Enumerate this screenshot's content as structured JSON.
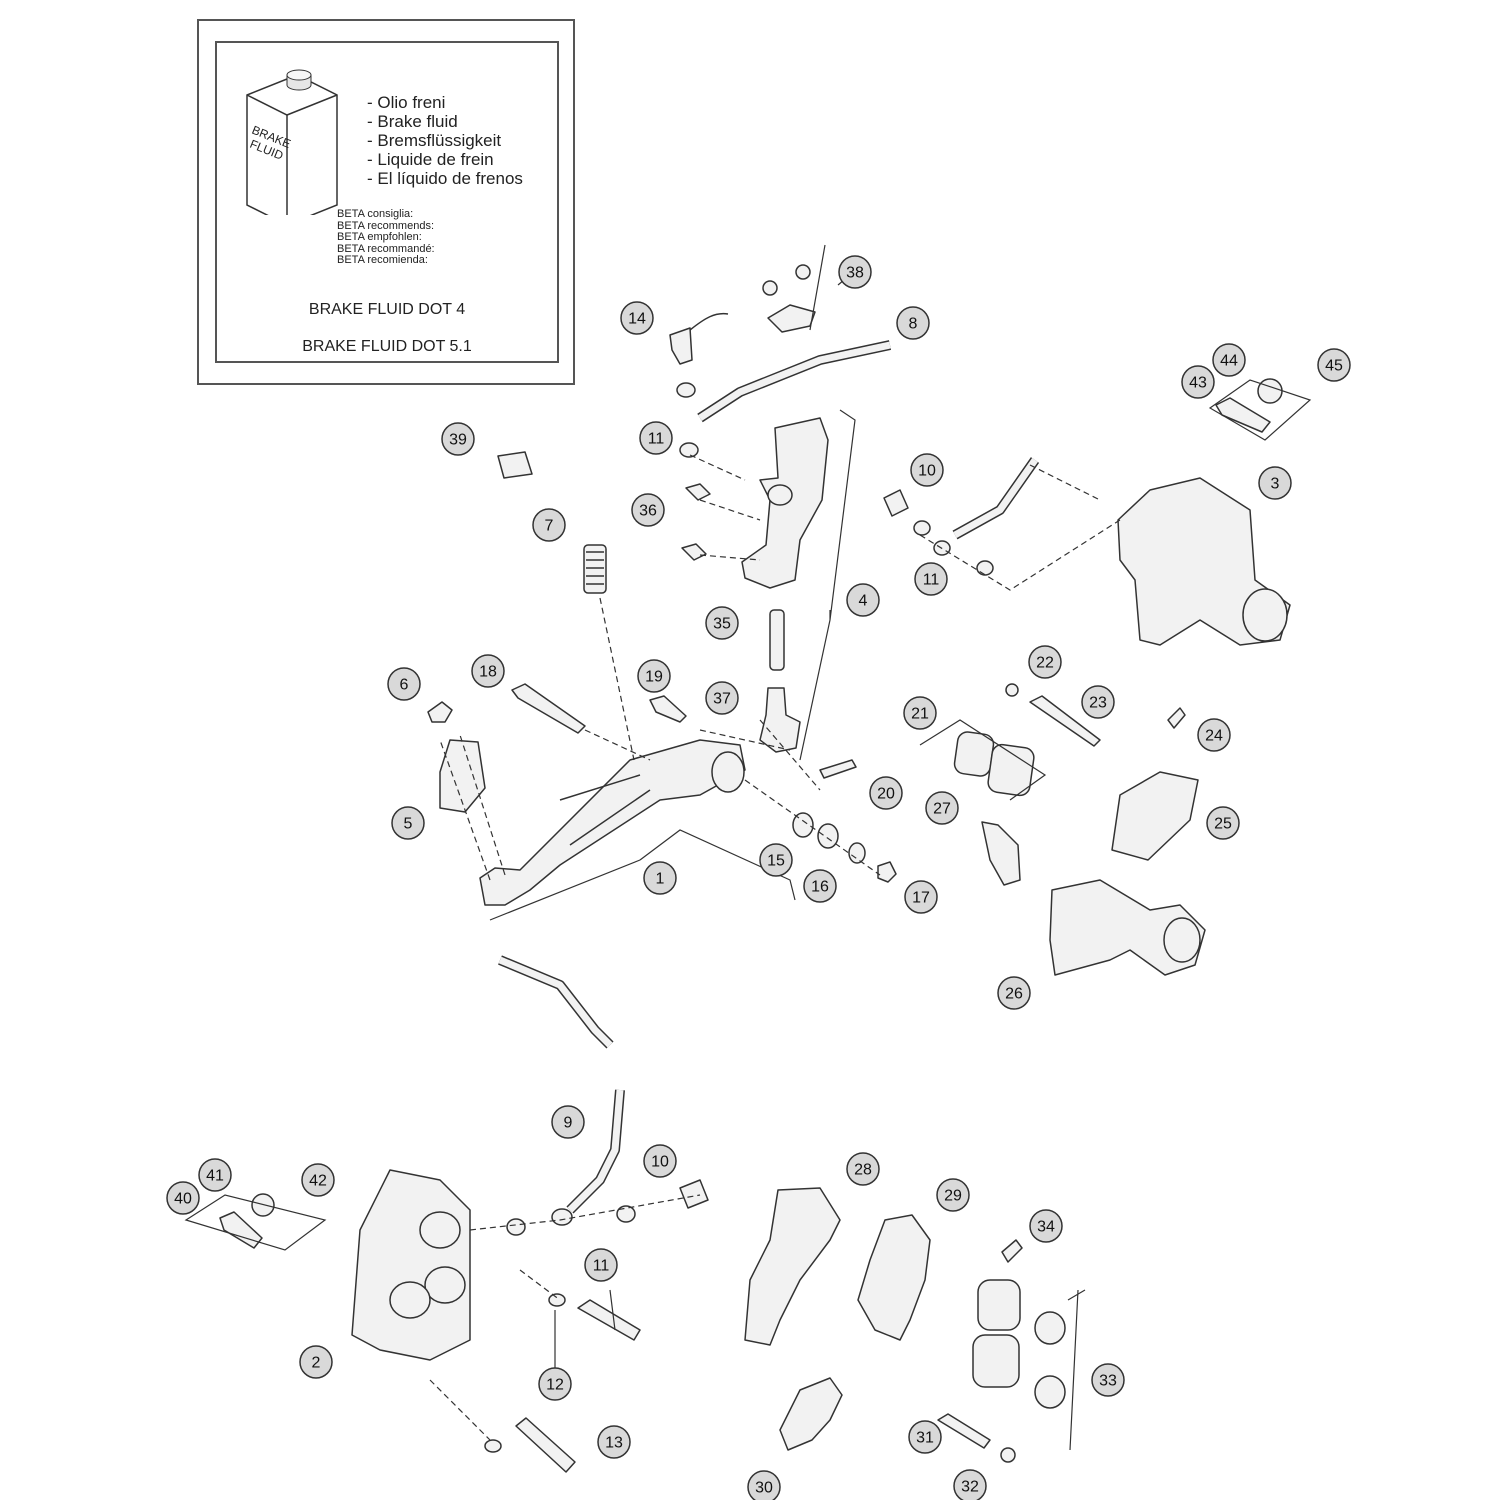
{
  "fluid_panel": {
    "can_label": [
      "BRAKE",
      "FLUID"
    ],
    "names": [
      "- Olio freni",
      "- Brake fluid",
      "- Bremsflüssigkeit",
      "- Liquide de frein",
      "- El líquido de frenos"
    ],
    "recommends": [
      "BETA consiglia:",
      "BETA recommends:",
      "BETA empfohlen:",
      "BETA recommandé:",
      "BETA recomienda:"
    ],
    "dot4": "BRAKE FLUID DOT 4",
    "dot51": "BRAKE FLUID DOT 5.1"
  },
  "callouts": [
    {
      "label": "1"
    },
    {
      "label": "2"
    },
    {
      "label": "3"
    },
    {
      "label": "4"
    },
    {
      "label": "5"
    },
    {
      "label": "6"
    },
    {
      "label": "7"
    },
    {
      "label": "8"
    },
    {
      "label": "9"
    },
    {
      "label": "10"
    },
    {
      "label": "10"
    },
    {
      "label": "11"
    },
    {
      "label": "11"
    },
    {
      "label": "11"
    },
    {
      "label": "12"
    },
    {
      "label": "13"
    },
    {
      "label": "14"
    },
    {
      "label": "15"
    },
    {
      "label": "16"
    },
    {
      "label": "17"
    },
    {
      "label": "18"
    },
    {
      "label": "19"
    },
    {
      "label": "20"
    },
    {
      "label": "21"
    },
    {
      "label": "22"
    },
    {
      "label": "23"
    },
    {
      "label": "24"
    },
    {
      "label": "25"
    },
    {
      "label": "26"
    },
    {
      "label": "27"
    },
    {
      "label": "28"
    },
    {
      "label": "29"
    },
    {
      "label": "30"
    },
    {
      "label": "31"
    },
    {
      "label": "32"
    },
    {
      "label": "33"
    },
    {
      "label": "34"
    },
    {
      "label": "35"
    },
    {
      "label": "36"
    },
    {
      "label": "37"
    },
    {
      "label": "38"
    },
    {
      "label": "39"
    },
    {
      "label": "40"
    },
    {
      "label": "41"
    },
    {
      "label": "42"
    },
    {
      "label": "43"
    },
    {
      "label": "44"
    },
    {
      "label": "45"
    }
  ],
  "colors": {
    "line": "#333333",
    "callout_fill": "#d9d9d9",
    "part_fill": "#f2f2f2"
  }
}
